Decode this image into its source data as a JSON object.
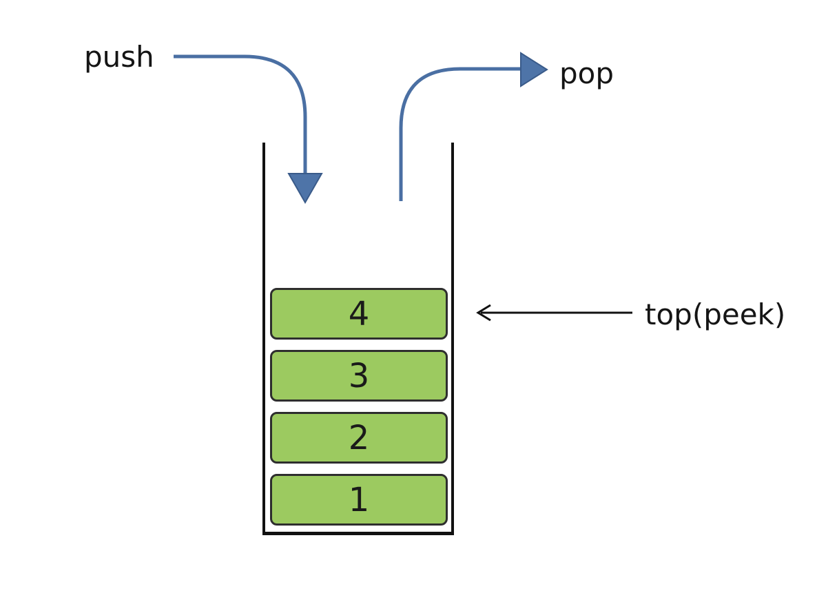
{
  "labels": {
    "push": "push",
    "pop": "pop",
    "top_peek": "top(peek)"
  },
  "stack": {
    "items": [
      "4",
      "3",
      "2",
      "1"
    ],
    "top_item": "4"
  },
  "colors": {
    "arrow_blue": "#4A6FA3",
    "arrow_head_fill": "#4E74A8",
    "arrow_head_stroke": "#3A5B8A",
    "ink": "#111111",
    "box_fill": "#9CCA60",
    "box_border": "#2E2E2E",
    "text": "#151515",
    "background": "#FFFFFF"
  }
}
